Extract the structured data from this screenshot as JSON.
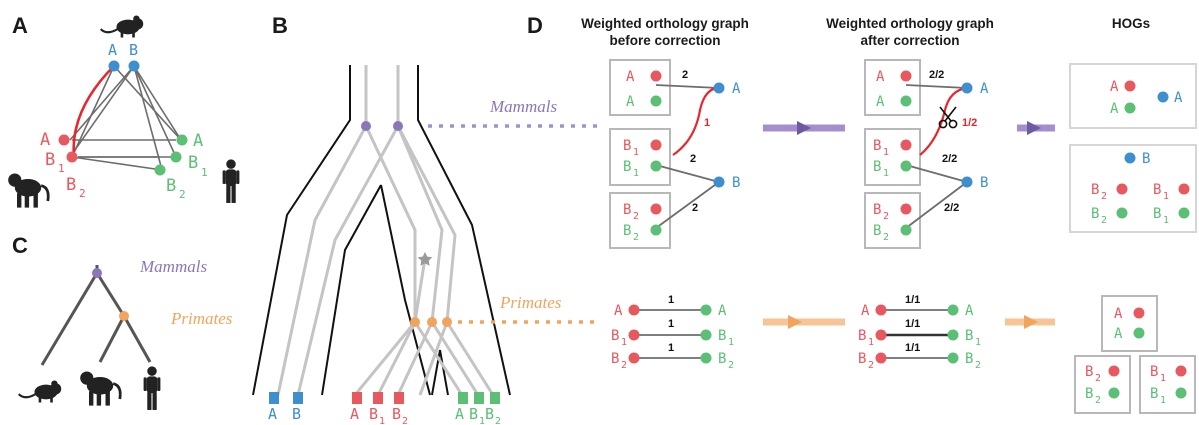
{
  "panels": {
    "a": "A",
    "b": "B",
    "c": "C",
    "d": "D"
  },
  "headers": {
    "before_line1": "Weighted orthology graph",
    "before_line2": "before correction",
    "after_line1": "Weighted orthology graph",
    "after_line2": "after correction",
    "hogs": "HOGs"
  },
  "clades": {
    "mammals": "Mammals",
    "primates": "Primates"
  },
  "genes": {
    "a": "A",
    "b": "B",
    "b1": "B",
    "b2": "B",
    "sub1": "1",
    "sub2": "2"
  },
  "weights": {
    "w2": "2",
    "w1": "1",
    "w2_2": "2/2",
    "w1_2": "1/2",
    "w1_1": "1/1"
  },
  "colors": {
    "mouse": "#3d8fce",
    "primate": "#e8585f",
    "human": "#5cbf76",
    "mammals": "#8b76b8",
    "primates": "#f0a45d",
    "cut_edge": "#e8262e",
    "edge": "#6d6d6d",
    "box_border": "#b8b8b8"
  },
  "icons": [
    "mouse-icon",
    "monkey-icon",
    "human-icon",
    "scissors-icon",
    "star-icon"
  ]
}
